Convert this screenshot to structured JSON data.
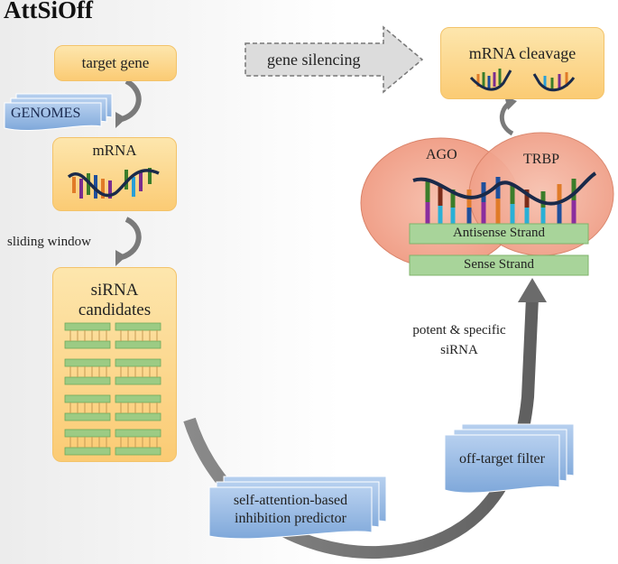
{
  "title": "AttSiOff",
  "left_column": {
    "target_gene": "target gene",
    "genomes": "GENOMES",
    "mrna": "mRNA",
    "sliding_window": "sliding window",
    "sirna_candidates_line1": "siRNA",
    "sirna_candidates_line2": "candidates"
  },
  "top": {
    "gene_silencing": "gene silencing",
    "mrna_cleavage": "mRNA cleavage"
  },
  "complex": {
    "ago": "AGO",
    "trbp": "TRBP",
    "antisense": "Antisense Strand",
    "sense": "Sense Strand"
  },
  "flow": {
    "potent_line1": "potent & specific",
    "potent_line2": "siRNA",
    "off_target_filter": "off-target filter",
    "predictor_line1": "self-attention-based",
    "predictor_line2": "inhibition predictor"
  },
  "colors": {
    "orange_box": "#fbcb74",
    "blue_doc": "#8fb4e0",
    "green_strand": "#a8d49a",
    "ago_ellipse": "#f2a58f",
    "arrow_gray": "#7a7a7a"
  }
}
